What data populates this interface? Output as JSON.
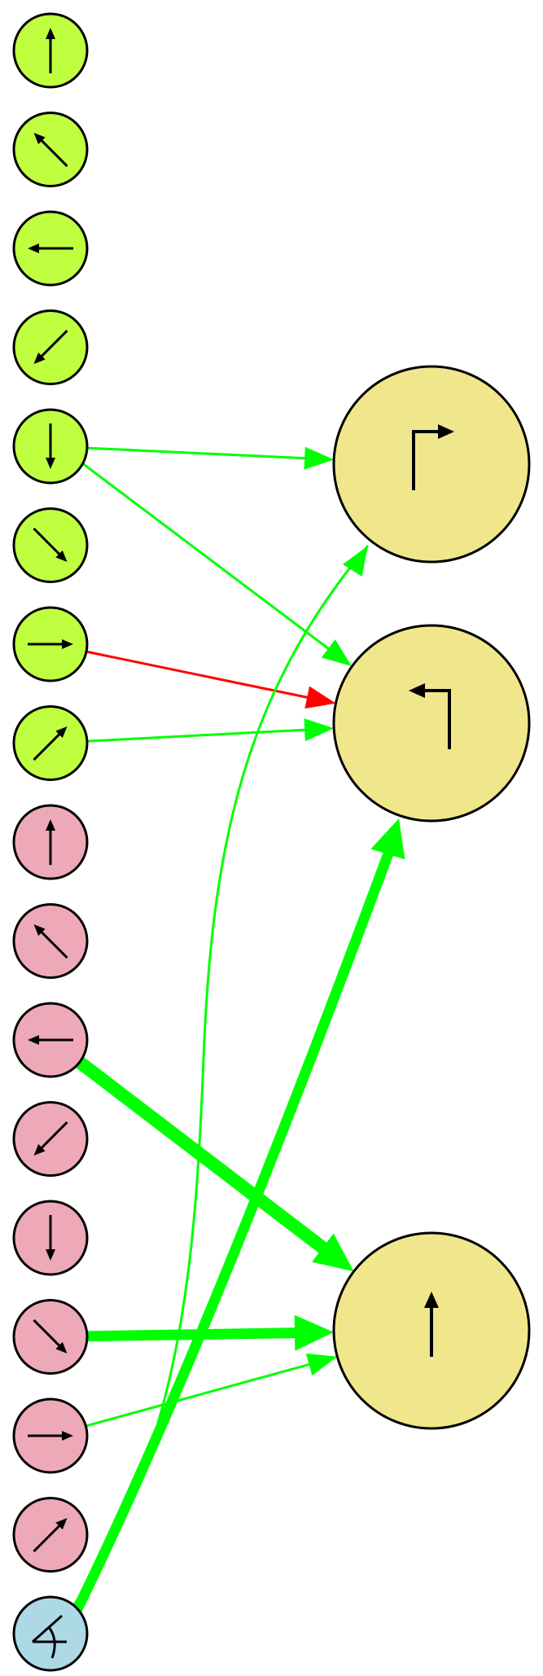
{
  "colors": {
    "background": "#ffffff",
    "input_green": "#bfff40",
    "input_pink": "#eea9b8",
    "input_blue": "#add8e6",
    "output_khaki": "#f0e68c",
    "edge_excitatory": "#00ff00",
    "edge_inhibitory": "#ff0000",
    "stroke": "#000000"
  },
  "input_nodes": [
    {
      "id": "g-up",
      "group": "green",
      "icon": "arrow-up-icon"
    },
    {
      "id": "g-up-left",
      "group": "green",
      "icon": "arrow-up-left-icon"
    },
    {
      "id": "g-left",
      "group": "green",
      "icon": "arrow-left-icon"
    },
    {
      "id": "g-down-left",
      "group": "green",
      "icon": "arrow-down-left-icon"
    },
    {
      "id": "g-down",
      "group": "green",
      "icon": "arrow-down-icon"
    },
    {
      "id": "g-down-right",
      "group": "green",
      "icon": "arrow-down-right-icon"
    },
    {
      "id": "g-right",
      "group": "green",
      "icon": "arrow-right-icon"
    },
    {
      "id": "g-up-right",
      "group": "green",
      "icon": "arrow-up-right-icon"
    },
    {
      "id": "p-up",
      "group": "pink",
      "icon": "arrow-up-icon"
    },
    {
      "id": "p-up-left",
      "group": "pink",
      "icon": "arrow-up-left-icon"
    },
    {
      "id": "p-left",
      "group": "pink",
      "icon": "arrow-left-icon"
    },
    {
      "id": "p-down-left",
      "group": "pink",
      "icon": "arrow-down-left-icon"
    },
    {
      "id": "p-down",
      "group": "pink",
      "icon": "arrow-down-icon"
    },
    {
      "id": "p-down-right",
      "group": "pink",
      "icon": "arrow-down-right-icon"
    },
    {
      "id": "p-right",
      "group": "pink",
      "icon": "arrow-right-icon"
    },
    {
      "id": "p-up-right",
      "group": "pink",
      "icon": "arrow-up-right-icon"
    },
    {
      "id": "b-angle",
      "group": "blue",
      "icon": "angle-icon"
    }
  ],
  "output_nodes": [
    {
      "id": "turn-right",
      "icon": "turn-right-icon"
    },
    {
      "id": "turn-left",
      "icon": "turn-left-icon"
    },
    {
      "id": "straight",
      "icon": "straight-arrow-icon"
    }
  ],
  "edges": [
    {
      "from": "g-down",
      "to": "turn-right",
      "sign": "excitatory",
      "weight": 1
    },
    {
      "from": "g-down",
      "to": "turn-left",
      "sign": "excitatory",
      "weight": 1
    },
    {
      "from": "g-right",
      "to": "turn-left",
      "sign": "inhibitory",
      "weight": 1
    },
    {
      "from": "g-up-right",
      "to": "turn-left",
      "sign": "excitatory",
      "weight": 1
    },
    {
      "from": "p-left",
      "to": "straight",
      "sign": "excitatory",
      "weight": 5
    },
    {
      "from": "p-down-right",
      "to": "straight",
      "sign": "excitatory",
      "weight": 4
    },
    {
      "from": "p-right",
      "to": "straight",
      "sign": "excitatory",
      "weight": 1
    },
    {
      "from": "b-angle",
      "to": "turn-left",
      "sign": "excitatory",
      "weight": 4
    },
    {
      "from": "b-angle",
      "to": "turn-right",
      "sign": "excitatory",
      "weight": 1
    }
  ]
}
